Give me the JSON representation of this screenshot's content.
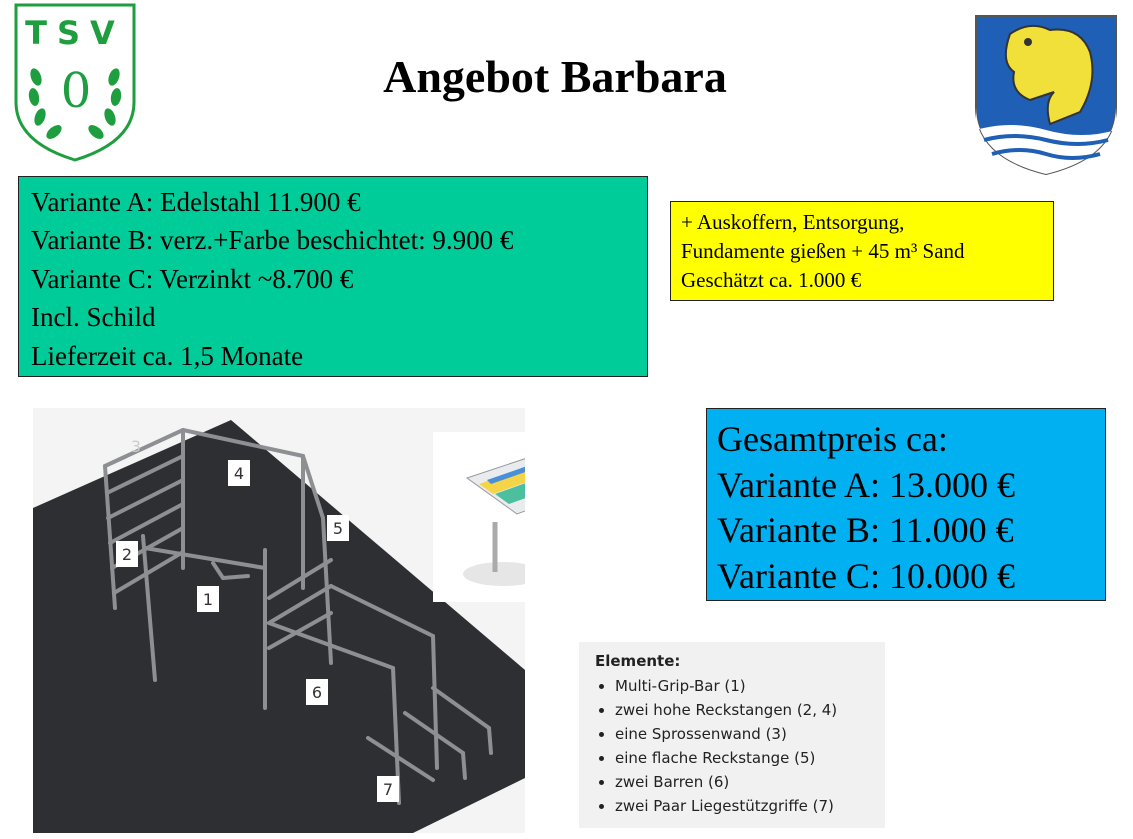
{
  "header": {
    "title": "Angebot Barbara",
    "logo_left_text": "TSV",
    "logo_left_number": "0"
  },
  "offer": {
    "lines": [
      "Variante A: Edelstahl 11.900 €",
      "Variante B: verz.+Farbe beschichtet: 9.900 €",
      "Variante C: Verzinkt ~8.700 €",
      "Incl. Schild",
      "Lieferzeit ca. 1,5 Monate"
    ]
  },
  "extras": {
    "lines": [
      "+ Auskoffern, Entsorgung,",
      "Fundamente gießen + 45 m³ Sand",
      "Geschätzt ca. 1.000 €"
    ]
  },
  "total": {
    "heading": "Gesamtpreis ca:",
    "lines": [
      "Variante A:  13.000 €",
      "Variante B:  11.000 €",
      "Variante C:  10.000 €"
    ]
  },
  "diagram": {
    "labels": [
      "1",
      "2",
      "3",
      "4",
      "5",
      "6",
      "7"
    ]
  },
  "elements": {
    "heading": "Elemente:",
    "items": [
      "Multi-Grip-Bar (1)",
      "zwei hohe Reckstangen (2, 4)",
      "eine Sprossenwand (3)",
      "eine flache Reckstange (5)",
      "zwei Barren (6)",
      "zwei Paar Liegestützgriffe (7)"
    ]
  },
  "colors": {
    "green_box": "#00cc99",
    "yellow_box": "#ffff00",
    "blue_box": "#00b0f0",
    "club_green": "#1e9e3e"
  }
}
